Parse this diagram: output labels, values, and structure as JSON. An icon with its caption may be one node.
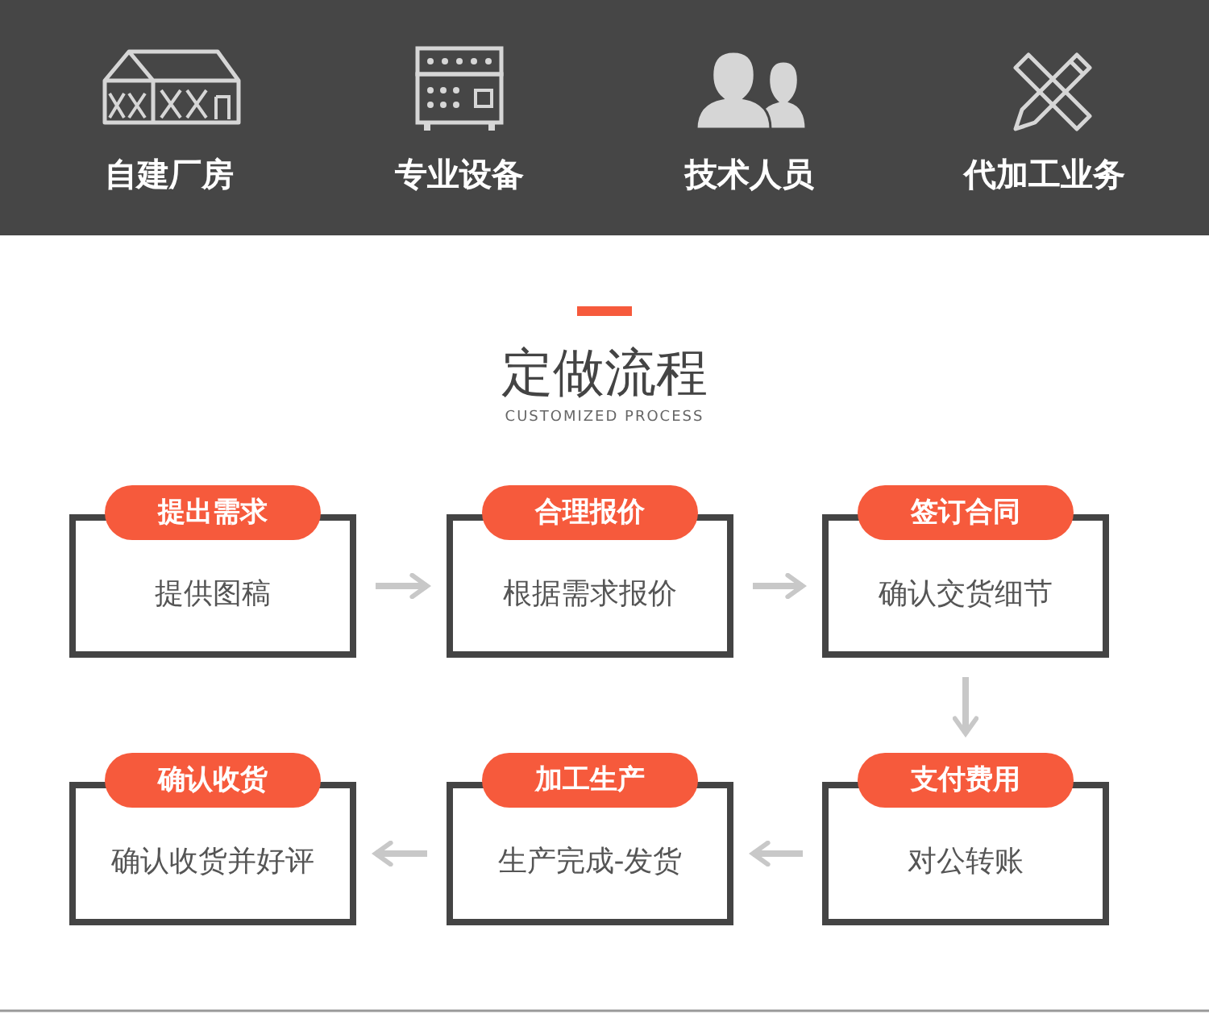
{
  "diagram": {
    "title": "定做流程",
    "nodes": [
      {
        "text": [
          "提出需求",
          "提供图稿"
        ]
      },
      {
        "text": [
          "合理报价",
          "根据需求报价"
        ]
      },
      {
        "text": [
          "签订合同",
          "确认交货细节"
        ]
      },
      {
        "text": [
          "确认收货",
          "确认收货并好评"
        ]
      },
      {
        "text": [
          "加工生产",
          "生产完成-发货"
        ]
      },
      {
        "text": [
          "支付费用",
          "对公转账"
        ]
      }
    ],
    "edges": [
      {
        "from": 0,
        "to": 1,
        "arrow": "to"
      },
      {
        "from": 1,
        "to": 2,
        "arrow": "to"
      },
      {
        "from": 2,
        "to": 5,
        "arrow": "to"
      },
      {
        "from": 5,
        "to": 4,
        "arrow": "to"
      },
      {
        "from": 4,
        "to": 3,
        "arrow": "to"
      }
    ],
    "labels": [
      "自建厂房",
      "专业设备",
      "技术人员",
      "代加工业务",
      "CUSTOMIZED PROCESS"
    ]
  }
}
